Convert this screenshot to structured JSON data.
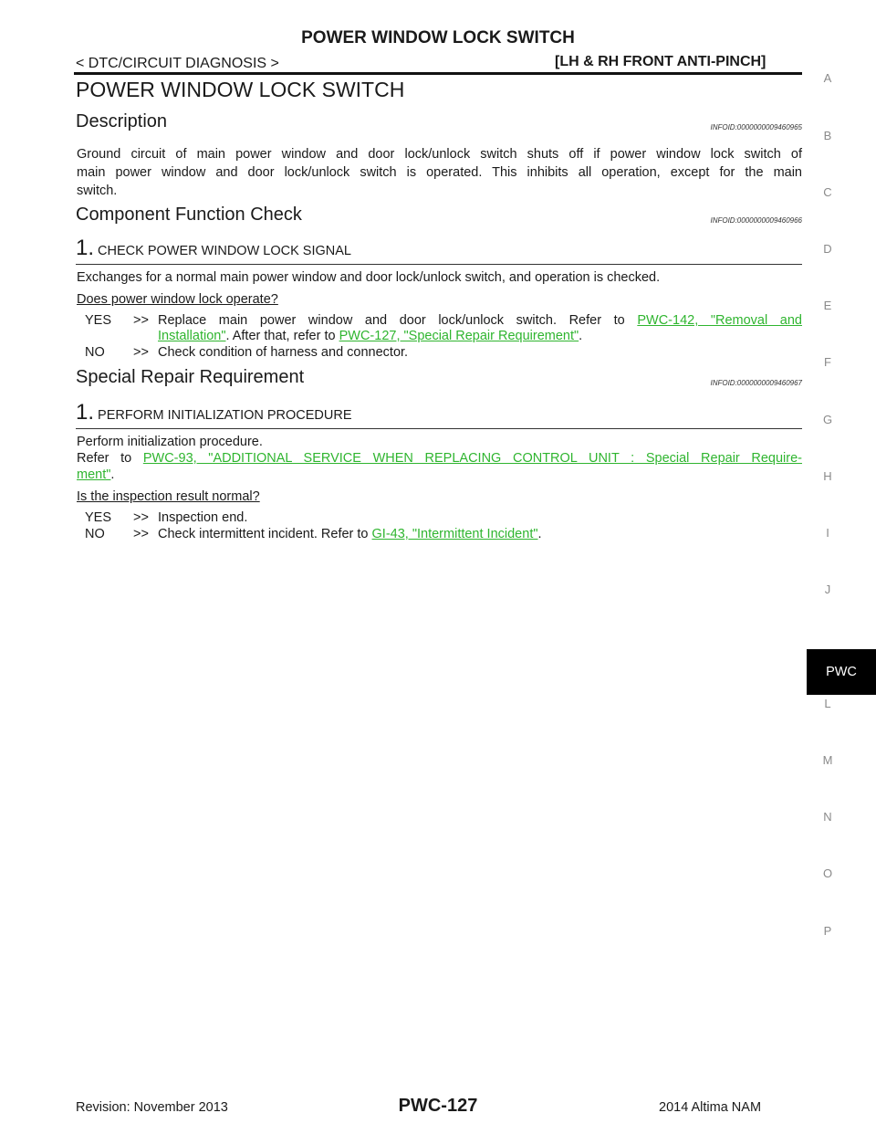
{
  "header": {
    "title": "POWER WINDOW LOCK SWITCH",
    "left": "< DTC/CIRCUIT DIAGNOSIS >",
    "right": "[LH & RH FRONT ANTI-PINCH]"
  },
  "main_title": "POWER WINDOW LOCK SWITCH",
  "description": {
    "heading": "Description",
    "infoid": "INFOID:0000000009460965",
    "lines": [
      "Ground circuit of main power window and door lock/unlock switch shuts off if power window lock switch of",
      "main power window and door lock/unlock switch is operated. This inhibits all operation, except for the main",
      "switch."
    ]
  },
  "component_check": {
    "heading": "Component Function Check",
    "infoid": "INFOID:0000000009460966",
    "step_num": "1.",
    "step_title": "CHECK POWER WINDOW LOCK SIGNAL",
    "body": "Exchanges for a normal main power window and door lock/unlock switch, and operation is checked.",
    "question": "Does power window lock operate?",
    "yes_label": "YES",
    "yes_arrow": ">>",
    "yes_text1": "Replace main power window and door lock/unlock switch. Refer to",
    "yes_link1a": "PWC-142, \"Removal and",
    "yes_link1b": "Installation\"",
    "yes_text2": ". After that, refer to",
    "yes_link2": "PWC-127, \"Special Repair Requirement\"",
    "yes_end": ".",
    "no_label": "NO",
    "no_arrow": ">>",
    "no_text": "Check condition of harness and connector."
  },
  "special_repair": {
    "heading": "Special Repair Requirement",
    "infoid": "INFOID:0000000009460967",
    "step_num": "1.",
    "step_title": "PERFORM INITIALIZATION PROCEDURE",
    "line1": "Perform initialization procedure.",
    "refer": "Refer to",
    "link_a": "PWC-93, \"ADDITIONAL SERVICE WHEN REPLACING CONTROL UNIT : Special Repair Require-",
    "link_b": "ment\"",
    "link_end": ".",
    "question": "Is the inspection result normal?",
    "yes_label": "YES",
    "yes_arrow": ">>",
    "yes_text": "Inspection end.",
    "no_label": "NO",
    "no_arrow": ">>",
    "no_text": "Check intermittent incident. Refer to",
    "no_link": "GI-43, \"Intermittent Incident\"",
    "no_end": "."
  },
  "side_index": [
    "A",
    "B",
    "C",
    "D",
    "E",
    "F",
    "G",
    "H",
    "I",
    "J",
    "L",
    "M",
    "N",
    "O",
    "P"
  ],
  "side_tab": "PWC",
  "footer": {
    "revision": "Revision: November 2013",
    "page": "PWC-127",
    "model": "2014 Altima NAM"
  },
  "colors": {
    "link": "#2fb52f",
    "tab_bg": "#000000",
    "side_letter": "#8a8a8a"
  }
}
